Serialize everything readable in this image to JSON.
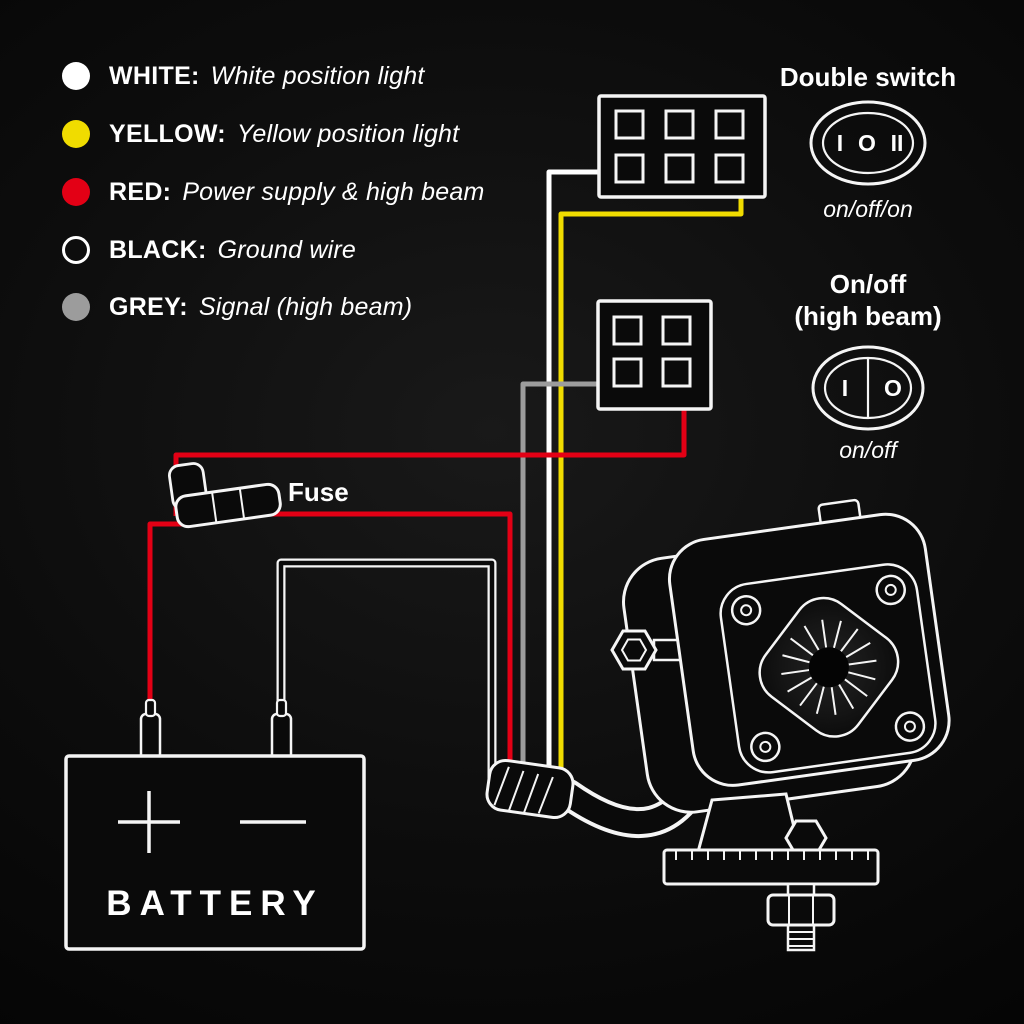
{
  "legend": {
    "items": [
      {
        "label": "WHITE:",
        "desc": "White position light",
        "color": "#ffffff"
      },
      {
        "label": "YELLOW:",
        "desc": "Yellow position light",
        "color": "#f0dc00"
      },
      {
        "label": "RED:",
        "desc": "Power supply & high beam",
        "color": "#e30015"
      },
      {
        "label": "BLACK:",
        "desc": "Ground wire",
        "color": "#0d0d0d"
      },
      {
        "label": "GREY:",
        "desc": "Signal (high beam)",
        "color": "#9c9c9c"
      }
    ]
  },
  "double_switch": {
    "title": "Double switch",
    "mark_left": "I",
    "mark_mid": "O",
    "mark_right": "II",
    "caption": "on/off/on"
  },
  "highbeam_switch": {
    "title_line1": "On/off",
    "title_line2": "(high beam)",
    "mark_left": "I",
    "mark_right": "O",
    "caption": "on/off"
  },
  "fuse": {
    "label": "Fuse"
  },
  "battery": {
    "label": "BATTERY",
    "positive": "+",
    "negative": "−"
  },
  "wire_colors": {
    "white": "#ffffff",
    "yellow": "#f0dc00",
    "red": "#e30015",
    "black": "#000000",
    "grey": "#9c9c9c"
  }
}
